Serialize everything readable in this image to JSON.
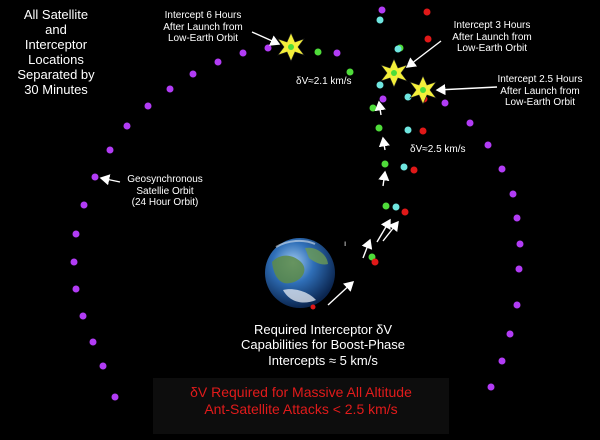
{
  "title": "All Satellite\nand\nInterceptor\nLocations\nSeparated by\n30 Minutes",
  "intercepts": {
    "six_hours": "Intercept 6 Hours\nAfter Launch from\nLow-Earth Orbit",
    "three_hours": "Intercept 3 Hours\nAfter Launch from\nLow-Earth Orbit",
    "two_half_hours": "Intercept 2.5 Hours\nAfter Launch from\nLow-Earth Orbit"
  },
  "delta_v": {
    "path_a": "δV≈2.1 km/s",
    "path_b": "δV≈2.5 km/s"
  },
  "geo_orbit_label": "Geosynchronous\nSatellie Orbit\n(24 Hour Orbit)",
  "boost_phase_note": "Required Interceptor δV\nCapabilities for Boost-Phase\nIntercepts ≈ 5 km/s",
  "all_altitude_note": "δV Required for Massive All Altitude\nAnt-Satellite Attacks < 2.5 km/s",
  "colors": {
    "background": "#000000",
    "text": "#ffffff",
    "alert_text": "#e11b1b",
    "geo_satellite_dot": "#b23cf5",
    "interceptor_dot_green": "#4fdc3a",
    "satellite_dot_cyan": "#6fe6e0",
    "satellite_dot_red": "#e01818",
    "intercept_burst": "#f4ef3a"
  },
  "icons": [
    "earth-globe",
    "intercept-burst-icon"
  ]
}
